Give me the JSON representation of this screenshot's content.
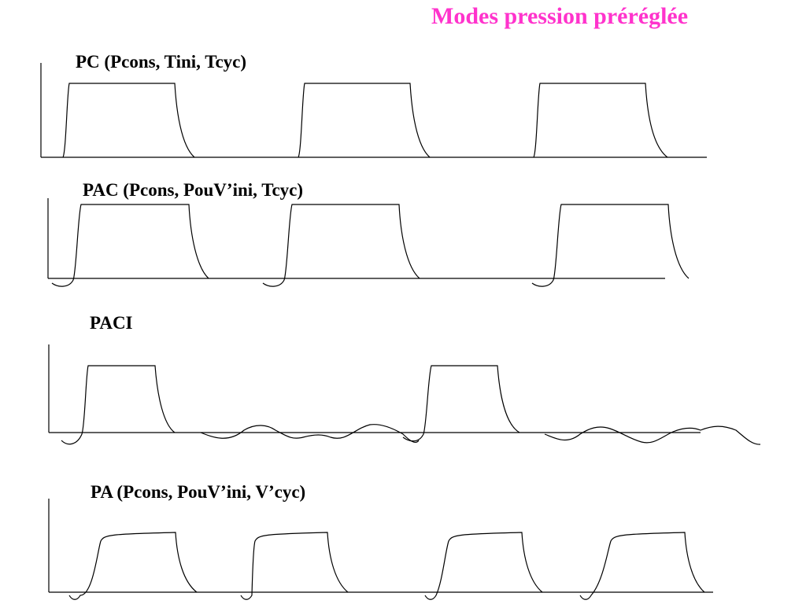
{
  "title": "Modes pression préréglée",
  "colors": {
    "title": "#ff33cc",
    "trace": "#000000",
    "background": "#ffffff"
  },
  "modes": [
    {
      "id": "pc",
      "label": "PC (Pcons, Tini, Tcyc)"
    },
    {
      "id": "pac",
      "label": "PAC (Pcons, PouV’ini, Tcyc)"
    },
    {
      "id": "paci",
      "label": "PACI"
    },
    {
      "id": "pa",
      "label": "PA  (Pcons, PouV’ini, V’cyc)"
    }
  ]
}
